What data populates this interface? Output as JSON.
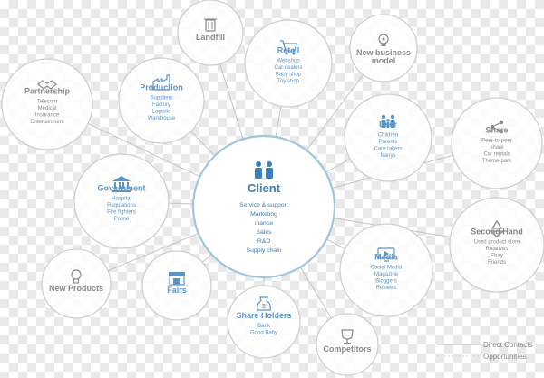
{
  "center": {
    "title": "Client",
    "items": [
      "Service & support",
      "Marketing",
      "inance",
      "Sales",
      "R&D",
      "Supply chain"
    ]
  },
  "nodes": [
    {
      "id": "landfill",
      "title": "Landfill",
      "items": [],
      "icon": "trash-icon",
      "tone": "gray"
    },
    {
      "id": "retail",
      "title": "Retail",
      "items": [
        "Webshop",
        "Car dealers",
        "Baby shop",
        "Toy shop"
      ],
      "icon": "shopping-cart-icon",
      "tone": "blue"
    },
    {
      "id": "new-business-model",
      "title": "New business model",
      "items": [],
      "icon": "lightbulb-gear-icon",
      "tone": "gray"
    },
    {
      "id": "partnership",
      "title": "Partnership",
      "items": [
        "Telecom",
        "Medical",
        "Insurance",
        "Entertainment"
      ],
      "icon": "handshake-icon",
      "tone": "gray"
    },
    {
      "id": "production",
      "title": "Production",
      "items": [
        "Suppliers",
        "Factory",
        "Logistic",
        "Warehouse"
      ],
      "icon": "factory-icon",
      "tone": "blue"
    },
    {
      "id": "user",
      "title": "User",
      "items": [
        "Children",
        "Parents",
        "Care takers",
        "Nanys"
      ],
      "icon": "family-icon",
      "tone": "blue"
    },
    {
      "id": "share",
      "title": "Share",
      "items": [
        "Peer-to-peer",
        "share",
        "Car rentals",
        "Theme-park"
      ],
      "icon": "share-icon",
      "tone": "gray"
    },
    {
      "id": "government",
      "title": "Government",
      "items": [
        "Hospital",
        "Regulations",
        "Fire fighters",
        "Police"
      ],
      "icon": "government-building-icon",
      "tone": "blue"
    },
    {
      "id": "second-hand",
      "title": "Second Hand",
      "items": [
        "Used product store",
        "Relatives",
        "Ebay",
        "Friends"
      ],
      "icon": "recycle-icon",
      "tone": "gray"
    },
    {
      "id": "new-products",
      "title": "New Products",
      "items": [],
      "icon": "lightbulb-icon",
      "tone": "gray"
    },
    {
      "id": "fairs",
      "title": "Fairs",
      "items": [],
      "icon": "fair-booth-icon",
      "tone": "blue"
    },
    {
      "id": "media",
      "title": "Media",
      "items": [
        "Social Media",
        "Magazine",
        "Bloggers",
        "Reviews"
      ],
      "icon": "media-icon",
      "tone": "blue"
    },
    {
      "id": "share-holders",
      "title": "Share Holders",
      "items": [
        "Bank",
        "Good Baby"
      ],
      "icon": "money-bag-icon",
      "tone": "blue"
    },
    {
      "id": "competitors",
      "title": "Competitors",
      "items": [],
      "icon": "trophy-icon",
      "tone": "gray"
    }
  ],
  "legend": {
    "direct": "Direct Contacts",
    "opportunities": "Opportunities"
  },
  "colors": {
    "blue": "#5b95c6",
    "gray": "#8a8a8a",
    "center_border": "#9fc6dd",
    "line": "#c4c4c4",
    "circle_stroke": "#cfcfcf"
  }
}
